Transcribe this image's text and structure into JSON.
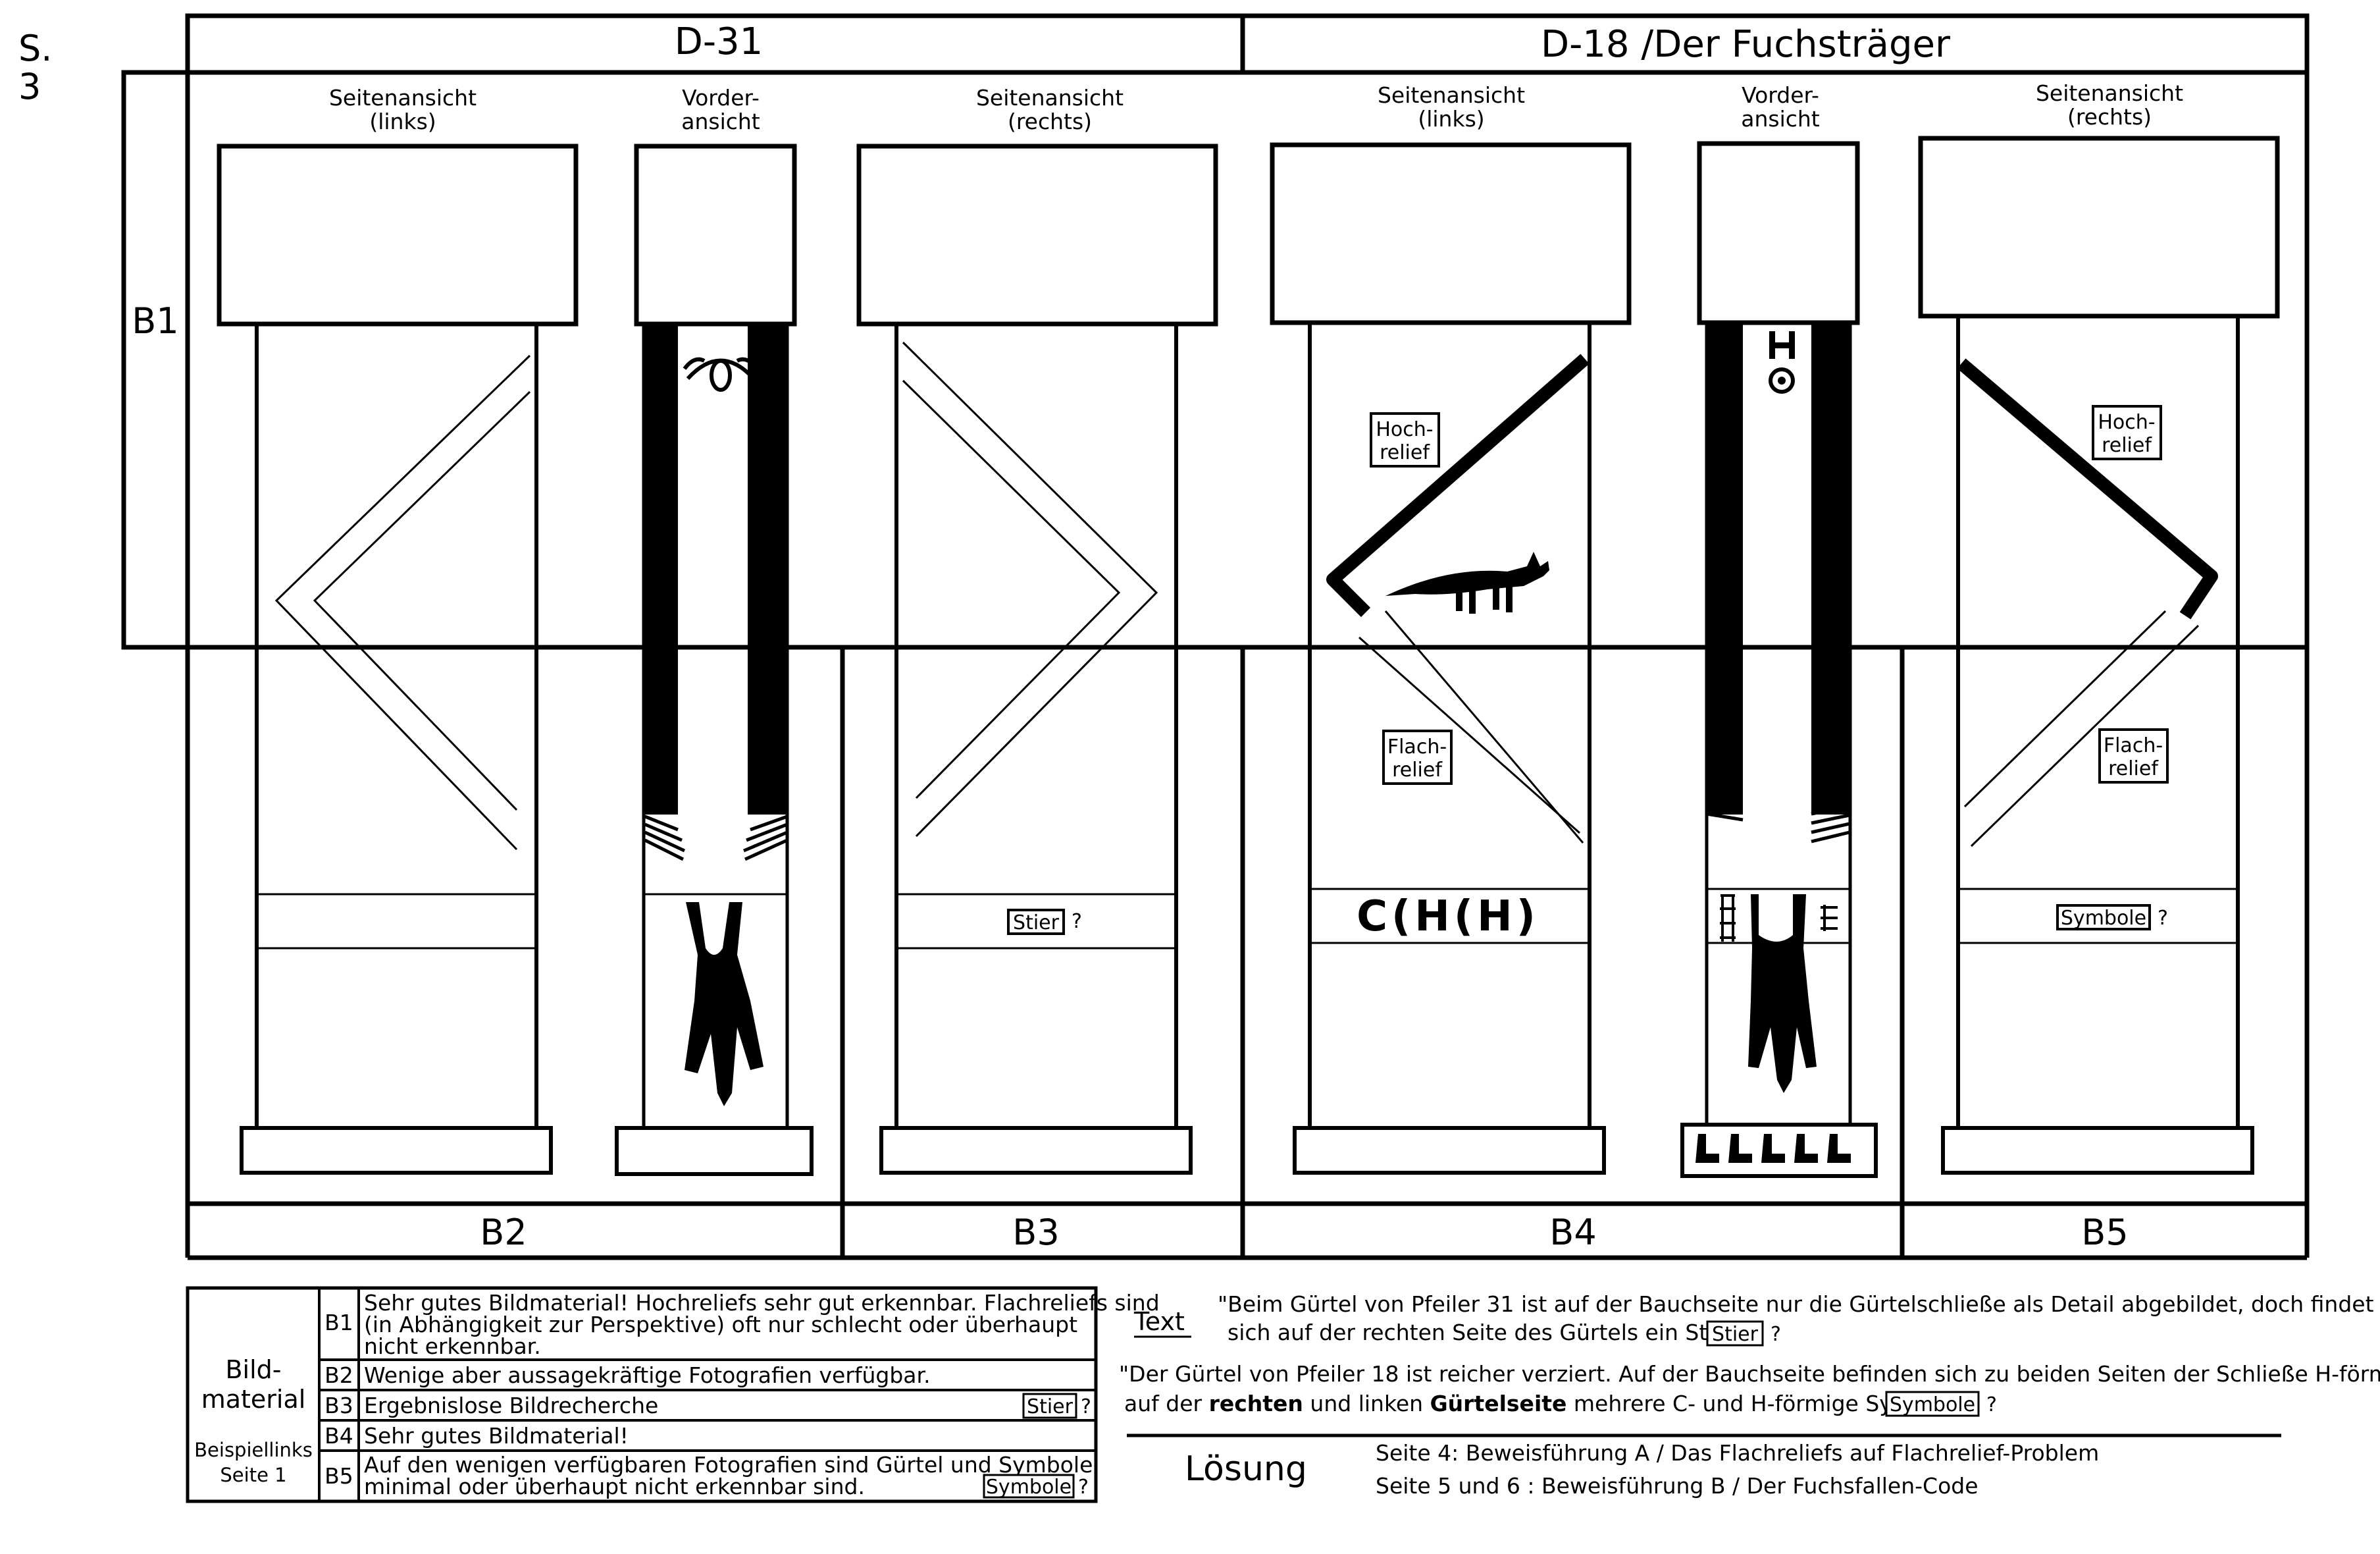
{
  "page_marker": {
    "line1": "S.",
    "line2": "3"
  },
  "headers": {
    "left": "D-31",
    "right": "D-18 /Der Fuchsträger"
  },
  "row_label": "B1",
  "views": {
    "side_left": {
      "l1": "Seitenansicht",
      "l2": "(links)"
    },
    "front": {
      "l1": "Vorder-",
      "l2": "ansicht"
    },
    "side_right": {
      "l1": "Seitenansicht",
      "l2": "(rechts)"
    }
  },
  "relief": {
    "high": {
      "l1": "Hoch-",
      "l2": "relief"
    },
    "flat": {
      "l1": "Flach-",
      "l2": "relief"
    }
  },
  "belt_labels": {
    "stier": "Stier",
    "symbole": "Symbole",
    "question": "?"
  },
  "belt_symbols": "C(H(H)",
  "section_labels": [
    "B2",
    "B3",
    "B4",
    "B5"
  ],
  "legend": {
    "title_l1": "Bild-",
    "title_l2": "material",
    "sub_l1": "Beispiellinks",
    "sub_l2": "Seite 1",
    "rows": [
      {
        "id": "B1",
        "lines": [
          "Sehr gutes Bildmaterial!  Hochreliefs sehr gut erkennbar. Flachreliefs sind",
          "(in Abhängigkeit zur Perspektive) oft nur schlecht oder überhaupt",
          " nicht erkennbar."
        ]
      },
      {
        "id": "B2",
        "lines": [
          "Wenige aber aussagekräftige Fotografien verfügbar."
        ]
      },
      {
        "id": "B3",
        "lines": [
          "Ergebnislose Bildrecherche"
        ],
        "tag": "Stier",
        "q": "?"
      },
      {
        "id": "B4",
        "lines": [
          "Sehr gutes Bildmaterial!"
        ]
      },
      {
        "id": "B5",
        "lines": [
          "Auf den wenigen verfügbaren Fotografien sind Gürtel und Symbole",
          "minimal oder überhaupt  nicht erkennbar sind."
        ],
        "tag": "Symbole",
        "q": "?"
      }
    ]
  },
  "text_section": {
    "label": "Text",
    "quote1_l1": "\"Beim Gürtel von Pfeiler 31 ist auf der Bauchseite nur die Gürtelschließe als Detail abgebildet, doch findet",
    "quote1_l2": "sich auf der rechten Seite des Gürtels ein Stier.\"",
    "quote1_tag": "Stier",
    "quote2_l1": "\"Der Gürtel von Pfeiler 18 ist reicher verziert. Auf der Bauchseite befinden sich zu beiden Seiten der Schließe H-förmige,",
    "quote2_a": "auf der ",
    "quote2_b": "rechten",
    "quote2_c": " und linken ",
    "quote2_d": "Gürtelseite",
    "quote2_e": " mehrere C- und H-förmige Symbole\"",
    "quote2_tag": "Symbole",
    "q": "?"
  },
  "solution": {
    "label": "Lösung",
    "line1": "Seite 4: Beweisführung A / Das Flachreliefs auf  Flachrelief-Problem",
    "line2": "Seite 5 und 6 : Beweisführung B / Der Fuchsfallen-Code"
  }
}
